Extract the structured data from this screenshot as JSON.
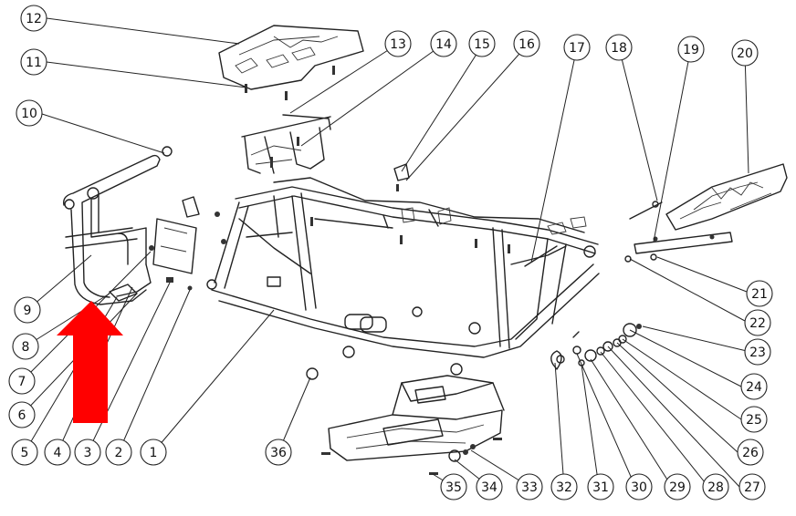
{
  "callouts": [
    "1",
    "2",
    "3",
    "4",
    "5",
    "6",
    "7",
    "8",
    "9",
    "10",
    "11",
    "12",
    "13",
    "14",
    "15",
    "16",
    "17",
    "18",
    "19",
    "20",
    "21",
    "22",
    "23",
    "24",
    "25",
    "26",
    "27",
    "28",
    "29",
    "30",
    "31",
    "32",
    "33",
    "34",
    "35",
    "36"
  ],
  "colors": {
    "arrow": "#ff0000",
    "line": "#222222",
    "background": "#ffffff"
  }
}
